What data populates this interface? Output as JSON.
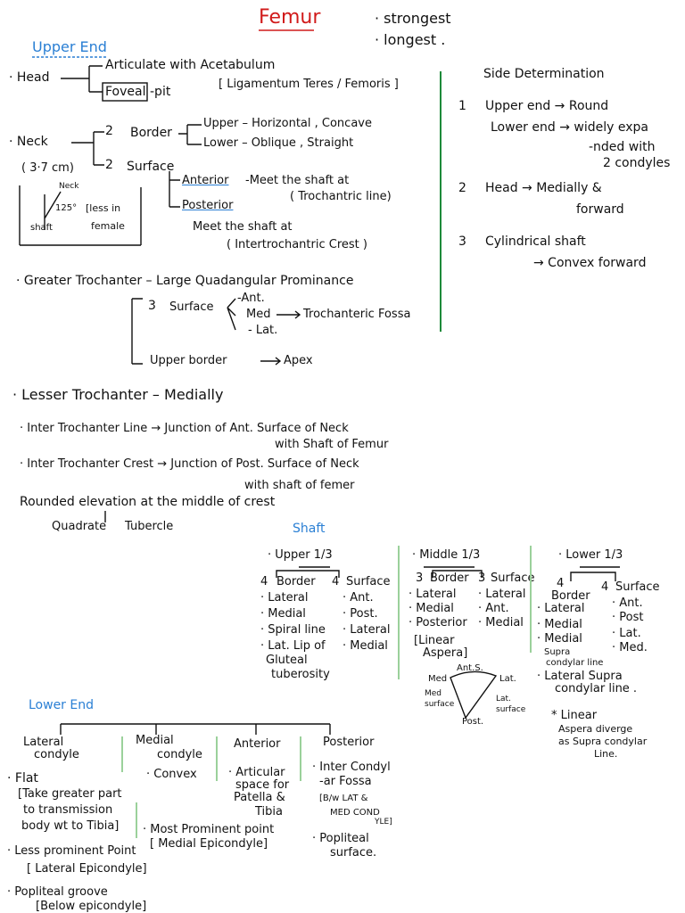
{
  "title": "Femur",
  "props": [
    "· strongest",
    "· longest ."
  ],
  "upper_end": {
    "heading": "Upper End",
    "head": {
      "label": "· Head",
      "articulate": "Articulate with Acetabulum",
      "fovea": "Foveal",
      "pit": "-pit",
      "ligament": "[ Ligamentum Teres / Femoris ]"
    },
    "neck": {
      "label": "· Neck",
      "length": "( 3·7 cm)",
      "border_num": "2",
      "border": "Border",
      "upper": "Upper – Horizontal , Concave",
      "lower": "Lower – Oblique , Straight",
      "surface_num": "2",
      "surface": "Surface",
      "anterior": "Anterior",
      "anterior_text": "-Meet the shaft at",
      "troch_line": "( Trochantric line)",
      "posterior": "Posterior",
      "post_text": "Meet the shaft at",
      "intertroch_crest": "( Intertrochantric Crest )",
      "angle_box": {
        "neck": "Neck",
        "angle": "125°",
        "note1": "[less in",
        "note2": "female",
        "shaft": "shaft"
      }
    },
    "greater_trochanter": {
      "label": "· Greater Trochanter – Large Quadangular Prominance",
      "surface_num": "3",
      "surface": "Surface",
      "ant": "-Ant.",
      "med": "Med",
      "fossa": "Trochanteric Fossa",
      "lat": "- Lat.",
      "upper_border": "Upper border",
      "apex": "Apex"
    },
    "lesser_trochanter": "· Lesser Trochanter – Medially",
    "intertroch_line": {
      "line1": "· Inter Trochanter Line → Junction of Ant. Surface of Neck",
      "line2": "with Shaft of Femur"
    },
    "intertroch_crest": {
      "line1": "· Inter Trochanter Crest → Junction of Post. Surface of Neck",
      "line2": "with shaft of femer"
    },
    "rounded": "Rounded elevation at the middle of crest",
    "quadrate": "Quadrate",
    "tubercle": "Tubercle"
  },
  "side_determination": {
    "heading": "Side Determination",
    "items": [
      {
        "num": "1",
        "line1": "Upper end → Round",
        "line2": "Lower end → widely expa",
        "line3": "-nded with",
        "line4": "2 condyles"
      },
      {
        "num": "2",
        "line1": "Head → Medially &",
        "line2": "forward"
      },
      {
        "num": "3",
        "line1": "Cylindrical shaft",
        "line2": "→ Convex forward"
      }
    ]
  },
  "shaft": {
    "heading": "Shaft",
    "upper": {
      "title": "· Upper 1/3",
      "border_num": "4",
      "border": "Border",
      "surface_num": "4",
      "surface": "Surface",
      "borders": [
        "· Lateral",
        "· Medial",
        "· Spiral line",
        "· Lat. Lip of",
        "Gluteal",
        "tuberosity"
      ],
      "surfaces": [
        "· Ant.",
        "· Post.",
        "· Lateral",
        "· Medial"
      ]
    },
    "middle": {
      "title": "· Middle 1/3",
      "border_num": "3",
      "border": "Border",
      "surface_num": "3",
      "surface": "Surface",
      "borders": [
        "· Lateral",
        "· Medial",
        "· Posterior",
        "[Linear",
        "Aspera]"
      ],
      "surfaces": [
        "· Lateral",
        "· Ant.",
        "· Medial"
      ],
      "diagram": {
        "ant": "Ant.S.",
        "lat": "Lat.",
        "med": "Med",
        "lat_s": "Lat.",
        "surface": "surface",
        "med_s": "Med",
        "med_surface": "surface",
        "post": "Post."
      }
    },
    "lower": {
      "title": "· Lower 1/3",
      "border_num": "4",
      "border": "Border",
      "surface_num": "4",
      "surface": "Surface",
      "borders": [
        "· Lateral",
        "· Medial",
        "· Medial",
        "Supra",
        "condylar line",
        "· Lateral Supra",
        "condylar line ."
      ],
      "surfaces": [
        "· Ant.",
        "· Post",
        "· Lat.",
        "· Med."
      ],
      "note": [
        "* Linear",
        "Aspera diverge",
        "as Supra condylar",
        "Line."
      ]
    }
  },
  "lower_end": {
    "heading": "Lower End",
    "lateral": {
      "title1": "Lateral",
      "title2": "condyle",
      "flat": "· Flat",
      "flat_note": [
        "[Take greater part",
        "to transmission",
        "body wt to Tibia]"
      ],
      "less": "· Less prominent Point",
      "lat_epi": "[ Lateral Epicondyle]",
      "popliteal": "· Popliteal groove",
      "below": "[Below epicondyle]"
    },
    "medial": {
      "title1": "Medial",
      "title2": "condyle",
      "convex": "· Convex",
      "most": "· Most Prominent point",
      "med_epi": "[ Medial Epicondyle]"
    },
    "anterior": {
      "title": "Anterior",
      "text": [
        "· Articular",
        "space for",
        "Patella &",
        "Tibia"
      ]
    },
    "posterior": {
      "title": "Posterior",
      "fossa": [
        "· Inter Condyl",
        "-ar Fossa"
      ],
      "note": [
        "[B/w LAT &",
        "MED COND",
        "YLE]"
      ],
      "popliteal": [
        "· Popliteal",
        "surface."
      ]
    }
  }
}
